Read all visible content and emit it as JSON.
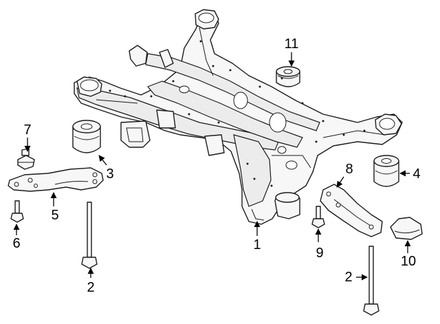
{
  "callouts": [
    {
      "id": "c1",
      "label": "1"
    },
    {
      "id": "c2a",
      "label": "2"
    },
    {
      "id": "c2b",
      "label": "2"
    },
    {
      "id": "c3",
      "label": "3"
    },
    {
      "id": "c4",
      "label": "4"
    },
    {
      "id": "c5",
      "label": "5"
    },
    {
      "id": "c6",
      "label": "6"
    },
    {
      "id": "c7",
      "label": "7"
    },
    {
      "id": "c8",
      "label": "8"
    },
    {
      "id": "c9",
      "label": "9"
    },
    {
      "id": "c10",
      "label": "10"
    },
    {
      "id": "c11",
      "label": "11"
    }
  ]
}
